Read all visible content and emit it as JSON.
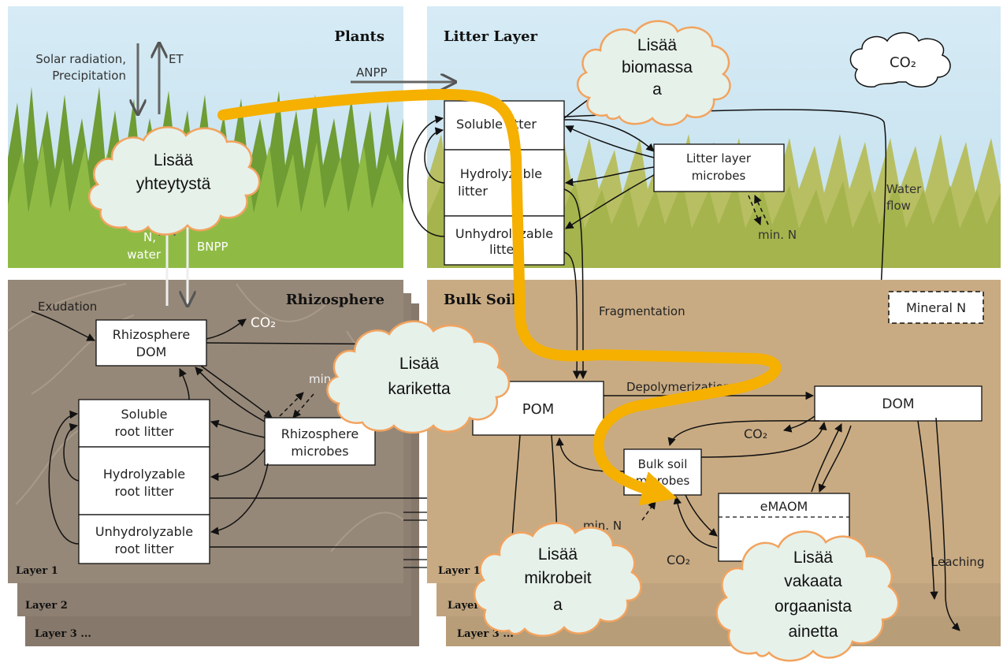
{
  "panels": {
    "plants": "Plants",
    "litter": "Litter Layer",
    "rhizosphere": "Rhizosphere",
    "bulk_soil": "Bulk Soil"
  },
  "layers": {
    "l1": "Layer 1",
    "l2": "Layer 2",
    "l3": "Layer 3 ...",
    "bulk_l1": "Layer 1",
    "bulk_l2": "Layer 2",
    "bulk_l3": "Layer 3 ..."
  },
  "plant_labels": {
    "solar_1": "Solar radiation,",
    "solar_2": "Precipitation",
    "et": "ET",
    "n_water_1": "N,",
    "n_water_2": "water",
    "bnpp": "BNPP",
    "anpp": "ANPP"
  },
  "litter_boxes": {
    "soluble": "Soluble litter",
    "hydro_1": "Hydrolyzable",
    "hydro_2": "litter",
    "unhydro_1": "Unhydrolyzable",
    "unhydro_2": "litter",
    "microbes_1": "Litter layer",
    "microbes_2": "microbes",
    "water_flow_1": "Water",
    "water_flow_2": "flow",
    "min_n": "min. N",
    "co2": "CO₂"
  },
  "rhizo_boxes": {
    "exudation": "Exudation",
    "dom_1": "Rhizosphere",
    "dom_2": "DOM",
    "co2": "CO₂",
    "min": "min",
    "soluble_1": "Soluble",
    "soluble_2": "root litter",
    "hydro_1": "Hydrolyzable",
    "hydro_2": "root litter",
    "unhydro_1": "Unhydrolyzable",
    "unhydro_2": "root litter",
    "microbes_1": "Rhizosphere",
    "microbes_2": "microbes"
  },
  "bulk_boxes": {
    "mineral_n": "Mineral N",
    "fragmentation": "Fragmentation",
    "pom": "POM",
    "depoly": "Depolymerization",
    "dom": "DOM",
    "co2_a": "CO₂",
    "co2_b": "CO₂",
    "bulk_microbes_1": "Bulk soil",
    "bulk_microbes_2": "microbes",
    "emaom": "eMAOM",
    "min_n": "min. N",
    "leaching": "Leaching"
  },
  "clouds": {
    "photo": [
      "Lisää",
      "yhteytystä"
    ],
    "biomass": [
      "Lisää",
      "biomassa",
      "a"
    ],
    "litterfall": [
      "Lisää",
      "kariketta"
    ],
    "microbes": [
      "Lisää",
      "mikrobeit",
      "a"
    ],
    "stable": [
      "Lisää",
      "vakaata",
      "orgaanista",
      "ainetta"
    ]
  },
  "colors": {
    "sky": "#cde6f2",
    "soil_dark": "#8c7d70",
    "soil_light": "#c9ab83",
    "grass": "#7aa63a",
    "flow_arrow": "#f5b000",
    "cloud_fill": "#e6f1ea",
    "cloud_stroke": "#f2a35e"
  }
}
